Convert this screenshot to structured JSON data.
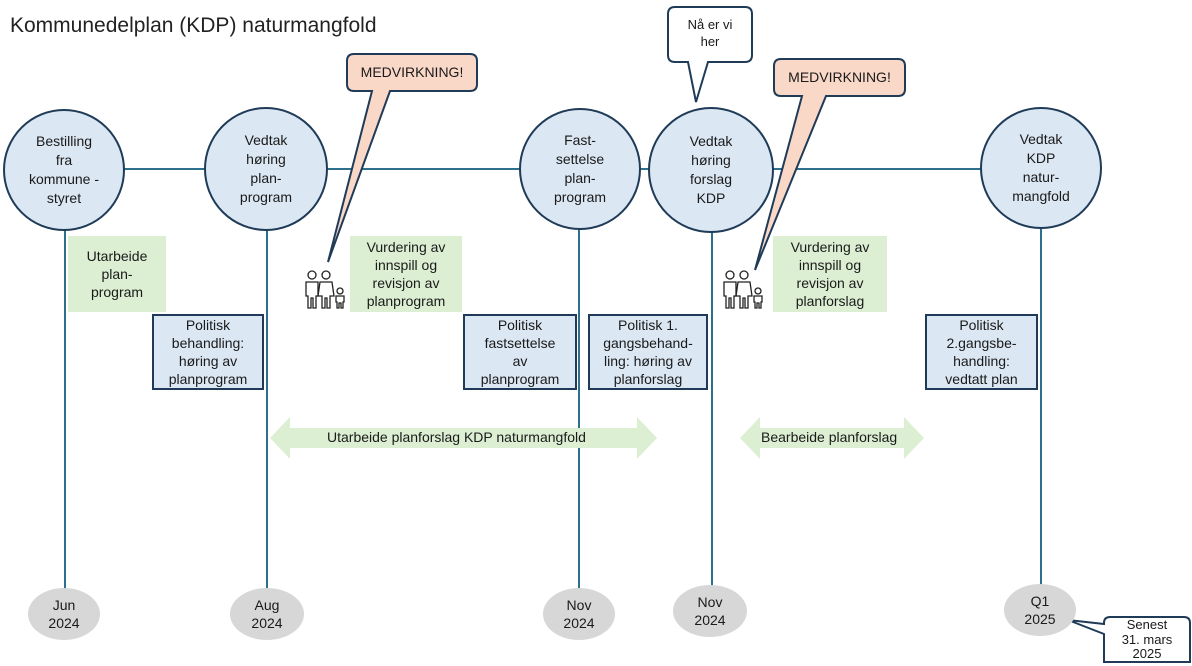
{
  "title": "Kommunedelplan (KDP) naturmangfold",
  "milestones": [
    "Bestilling fra kommune -styret",
    "Vedtak høring plan- program",
    "Fast- settelse plan- program",
    "Vedtak høring forslag KDP",
    "Vedtak KDP natur- mangfold"
  ],
  "callouts": {
    "medvirkning_1": "MEDVIRKNING!",
    "medvirkning_2": "MEDVIRKNING!",
    "status": "Nå er vi her",
    "deadline": "Senest 31. mars 2025"
  },
  "tasks": {
    "utarbeide_planprogram": "Utarbeide plan- program",
    "vurdering_planprogram": "Vurdering av innspill og revisjon av planprogram",
    "vurdering_planforslag": "Vurdering av innspill og revisjon av planforslag"
  },
  "political": {
    "p1": "Politisk behandling: høring av planprogram",
    "p2": "Politisk fastsettelse av planprogram",
    "p3": "Politisk 1. gangsbehand- ling: høring av planforslag",
    "p4": "Politisk 2.gangsbe- handling: vedtatt plan"
  },
  "phases": {
    "a1": "Utarbeide planforslag KDP naturmangfold",
    "a2": "Bearbeide planforslag"
  },
  "dates": {
    "d1_month": "Jun",
    "d1_year": "2024",
    "d2_month": "Aug",
    "d2_year": "2024",
    "d3_month": "Nov",
    "d3_year": "2024",
    "d4_month": "Nov",
    "d4_year": "2024",
    "d5_month": "Q1",
    "d5_year": "2025"
  },
  "colors": {
    "line": "#2e6f8e",
    "circle_fill": "#dbe7f3",
    "green_fill": "#dcefd3",
    "medvirkning_fill": "#f9d8c8",
    "date_fill": "#d7d7d7"
  }
}
